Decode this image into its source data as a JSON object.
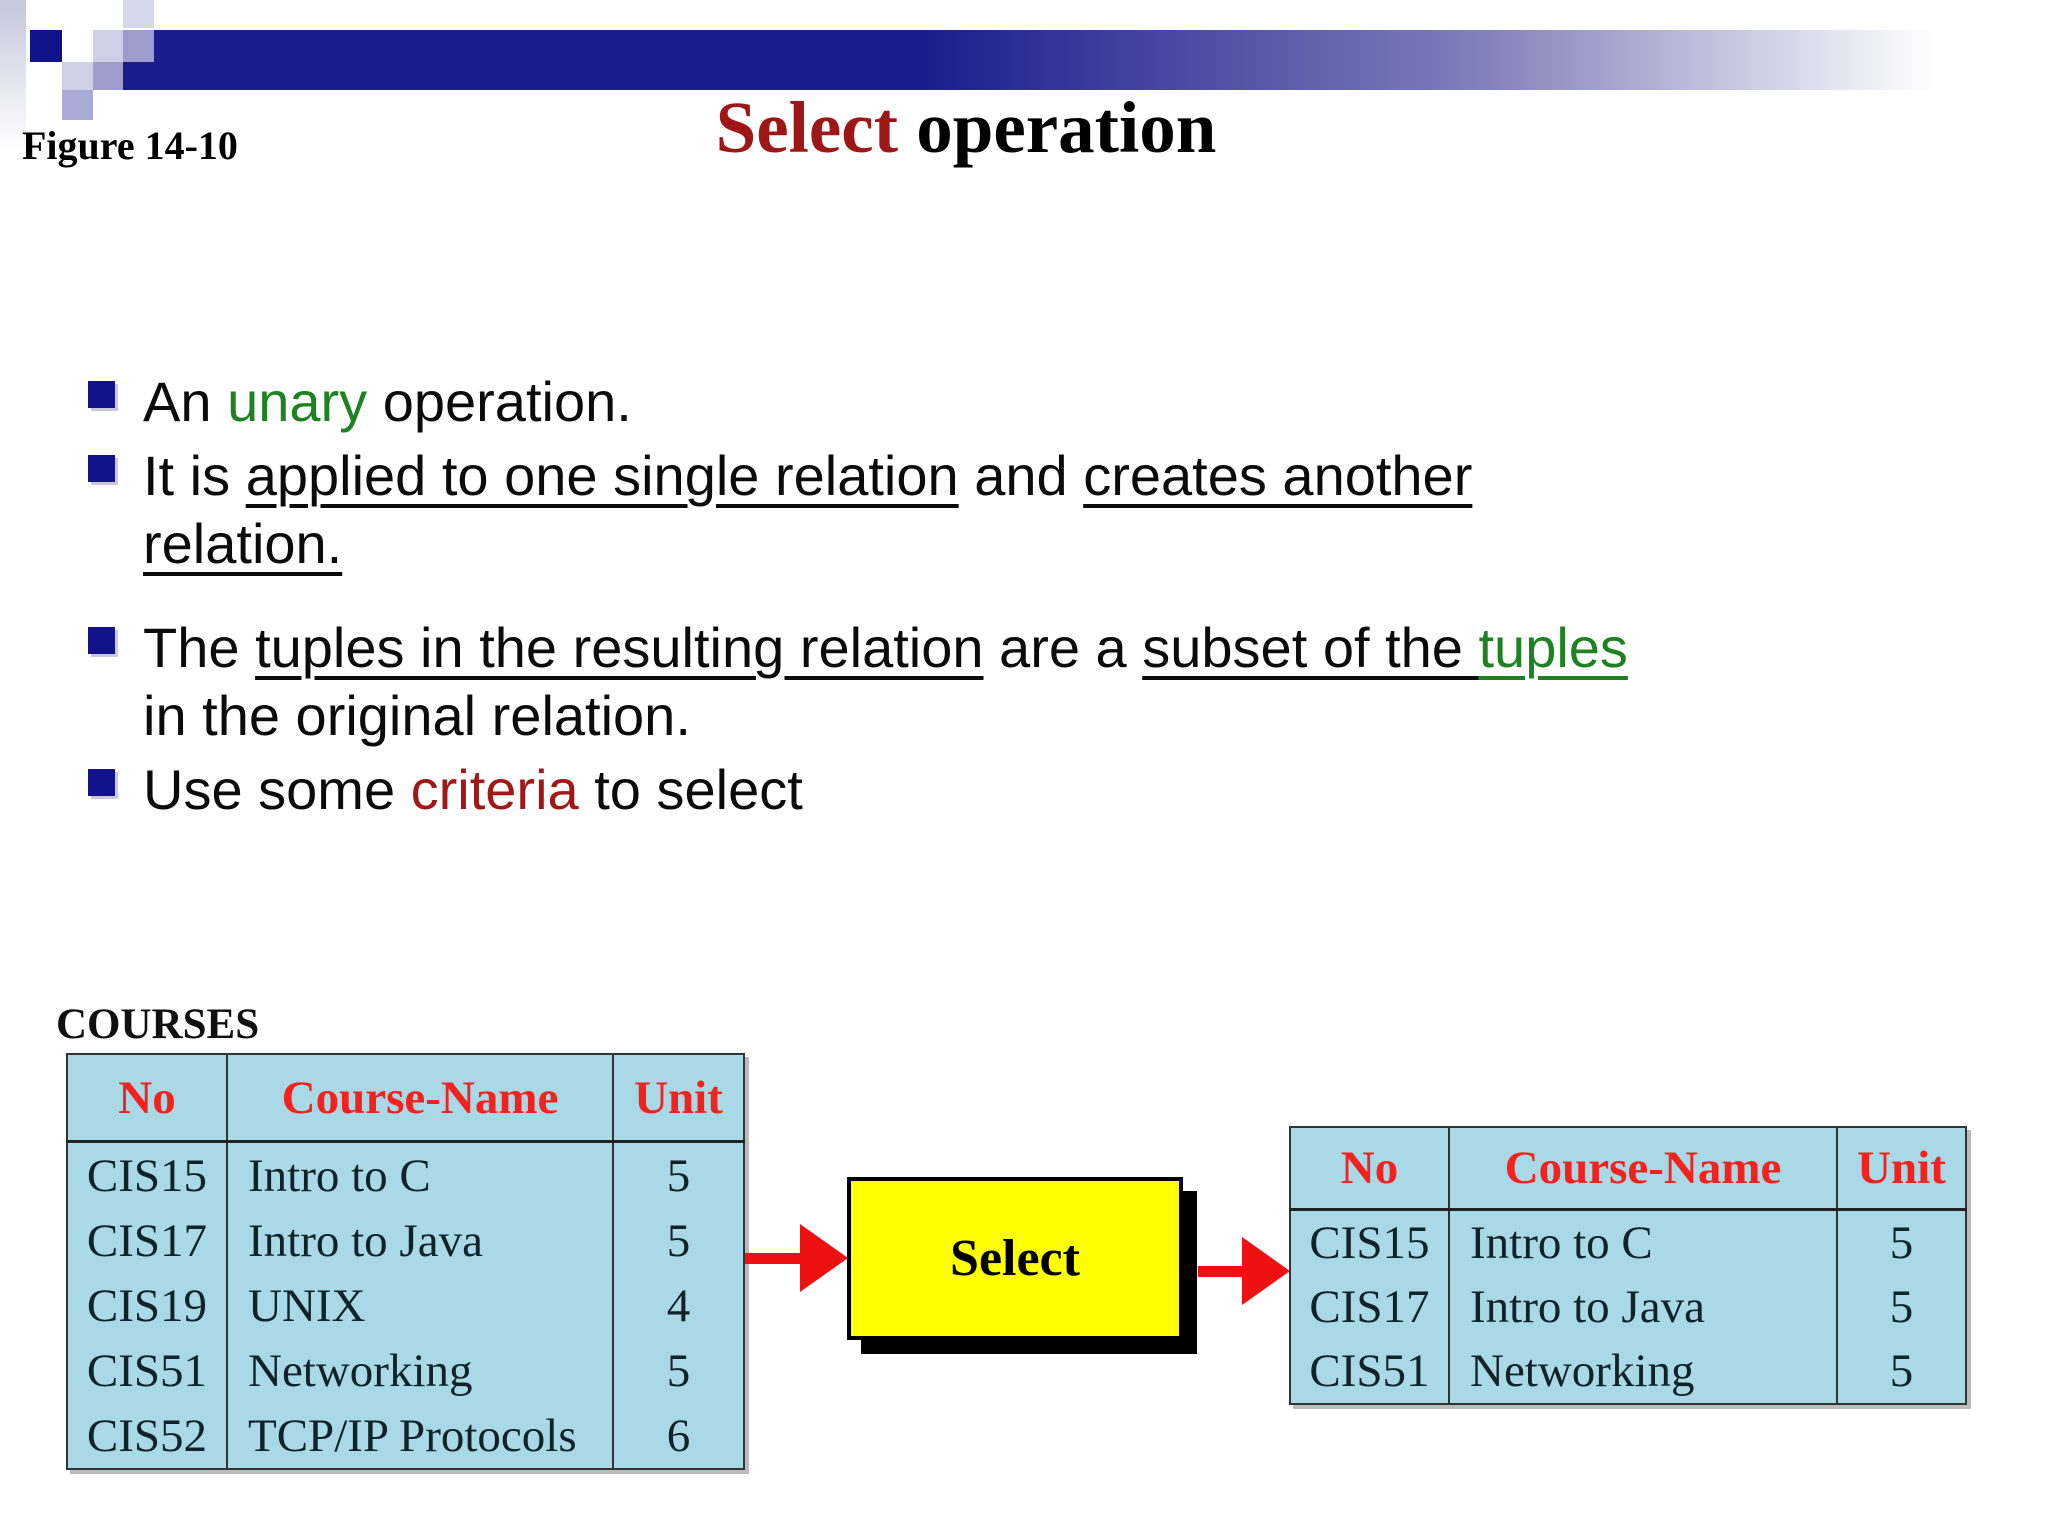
{
  "figure_label": "Figure 14-10",
  "title": {
    "accent": "Select",
    "rest": " operation"
  },
  "bullets": [
    {
      "lines": [
        [
          {
            "t": "An "
          },
          {
            "t": "unary",
            "c": "green"
          },
          {
            "t": " operation."
          }
        ]
      ]
    },
    {
      "lines": [
        [
          {
            "t": "It is "
          },
          {
            "t": "applied to one single relation",
            "u": true
          },
          {
            "t": " and "
          },
          {
            "t": "creates another",
            "u": true
          }
        ],
        [
          {
            "t": "relation.",
            "u": true
          }
        ]
      ]
    },
    {
      "lines": [
        [
          {
            "t": "The "
          },
          {
            "t": "tuples in the resulting relation",
            "u": true
          },
          {
            "t": " are a "
          },
          {
            "t": "subset of the ",
            "u": true
          },
          {
            "t": "tuples",
            "c": "green",
            "u": true
          }
        ],
        [
          {
            "t": "in the original relation."
          }
        ]
      ]
    },
    {
      "lines": [
        [
          {
            "t": "Use some "
          },
          {
            "t": "criteria",
            "c": "darkred"
          },
          {
            "t": " to select"
          }
        ]
      ]
    }
  ],
  "diagram": {
    "courses_label": "COURSES",
    "select_box_label": "Select",
    "left_table": {
      "headers": [
        "No",
        "Course-Name",
        "Unit"
      ],
      "rows": [
        [
          "CIS15",
          "Intro to C",
          "5"
        ],
        [
          "CIS17",
          "Intro to Java",
          "5"
        ],
        [
          "CIS19",
          "UNIX",
          "4"
        ],
        [
          "CIS51",
          "Networking",
          "5"
        ],
        [
          "CIS52",
          "TCP/IP Protocols",
          "6"
        ]
      ]
    },
    "right_table": {
      "headers": [
        "No",
        "Course-Name",
        "Unit"
      ],
      "rows": [
        [
          "CIS15",
          "Intro to C",
          "5"
        ],
        [
          "CIS17",
          "Intro to Java",
          "5"
        ],
        [
          "CIS51",
          "Networking",
          "5"
        ]
      ]
    }
  },
  "colors": {
    "title_accent_red": "#9e1717",
    "bullet_green": "#1e8222",
    "bullet_darkred": "#a01818",
    "bullet_square_navy": "#12128a",
    "bar_navy": "#1b1b8e",
    "table_background": "#a9d8e6",
    "table_header_red": "#f3221c",
    "arrow_red": "#ee1111",
    "select_box_yellow": "#ffff00"
  }
}
